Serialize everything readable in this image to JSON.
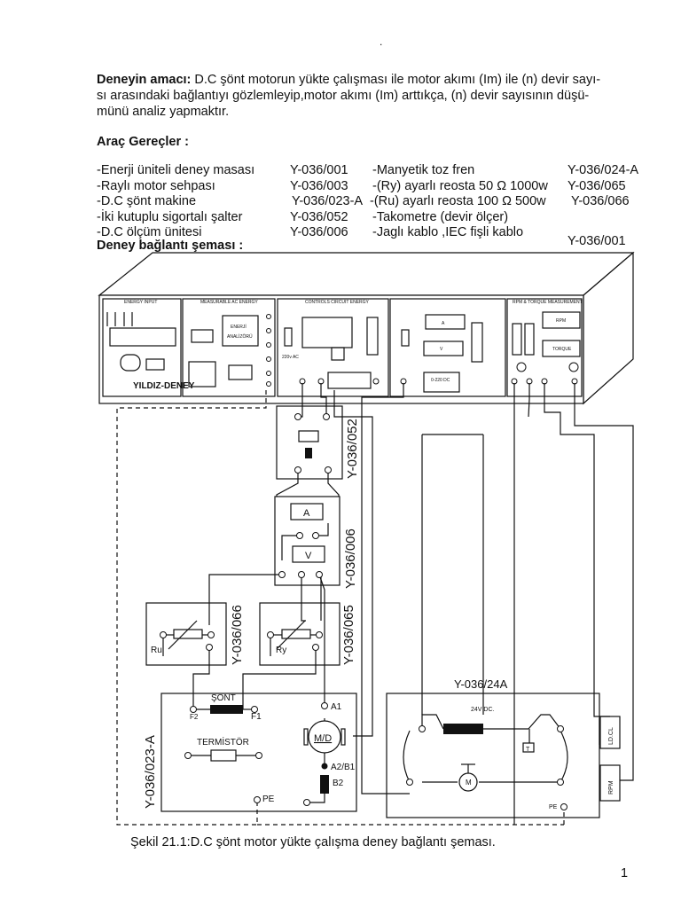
{
  "dot_mark": ".",
  "aim": {
    "label": "Deneyin amacı:",
    "line1": " D.C şönt motorun yükte çalışması ile motor akımı (Im) ile (n) devir sayı-",
    "line2": "sı arasındaki bağlantıyı gözlemleyip,motor akımı (Im) arttıkça, (n) devir sayısının düşü-",
    "line3": "münü analiz yapmaktır."
  },
  "tools_title": "Araç Gereçler :",
  "tools_left": [
    {
      "name": "-Enerji üniteli deney masası",
      "code": "Y-036/001"
    },
    {
      "name": "-Raylı motor sehpası",
      "code": "Y-036/003"
    },
    {
      "name": "-D.C şönt makine",
      "code": "Y-036/023-A"
    },
    {
      "name": "-İki kutuplu sigortalı şalter",
      "code": "Y-036/052"
    },
    {
      "name": "-D.C ölçüm ünitesi",
      "code": "Y-036/006"
    }
  ],
  "tools_right": [
    {
      "name": "-Manyetik toz fren",
      "code": "Y-036/024-A"
    },
    {
      "name": "-(Ry) ayarlı reosta 50 Ω 1000w",
      "code": "Y-036/065"
    },
    {
      "name": "-(Ru) ayarlı reosta 100 Ω 500w",
      "code": "Y-036/066"
    },
    {
      "name": "-Takometre (devir ölçer)",
      "code": ""
    },
    {
      "name": "-Jaglı kablo ,IEC fişli kablo",
      "code": "Y-036/001"
    }
  ],
  "schema_title": "Deney bağlantı şeması :",
  "diagram": {
    "panel_sections": [
      "ENERGY INPUT",
      "MEASURABLE AC ENERGY",
      "CONTROLS CIRCUIT ENERGY",
      "RPM & TORQUE MEASUREMENT"
    ],
    "enerji_analizoru_1": "ENERJİ",
    "enerji_analizoru_2": "ANALİZÖRÜ",
    "rpm": "RPM",
    "torque": "TORQUE",
    "a": "A",
    "v": "V",
    "dc_label": "0-220 DC",
    "ac_label": "220v AC",
    "brand": "YILDIZ-DENEY",
    "unit_052": "Y-036/052",
    "unit_006": "Y-036/006",
    "unit_066": "Y-036/066",
    "unit_065": "Y-036/065",
    "unit_023a": "Y-036/023-A",
    "unit_24a": "Y-036/24A",
    "ru": "Ru",
    "ry": "Ry",
    "sont": "ŞONT",
    "f2": "F2",
    "f1": "F1",
    "a1": "A1",
    "md": "M/D",
    "a2b1": "A2/B1",
    "b2": "B2",
    "termistor": "TERMİSTÖR",
    "pe": "PE",
    "v24dc": "24V DC.",
    "m": "M",
    "t": "T",
    "ldcl": "LD.CL",
    "rpm_side": "RPM"
  },
  "caption": "Şekil 21.1:D.C şönt motor yükte çalışma deney bağlantı şeması.",
  "page_number": "1"
}
